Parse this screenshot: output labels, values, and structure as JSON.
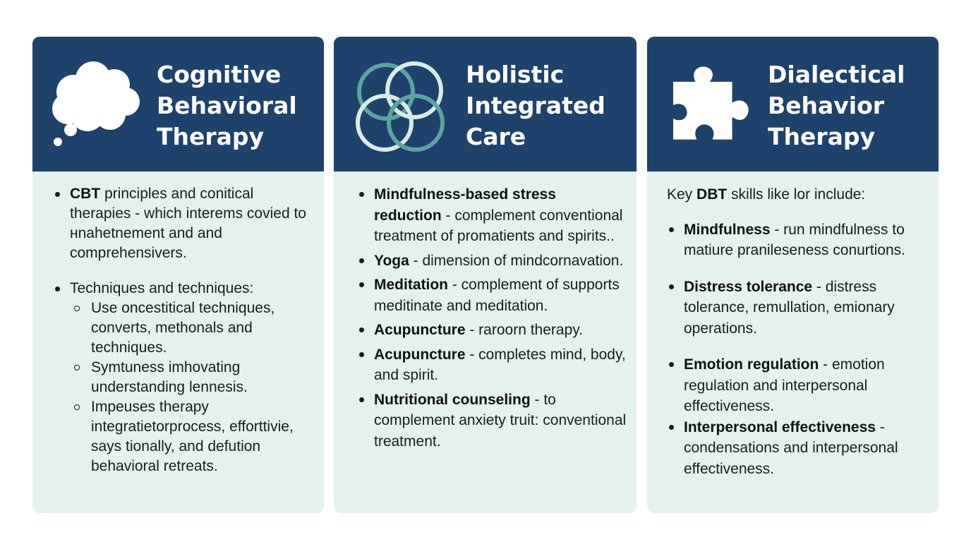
{
  "cards": {
    "cbt": {
      "title_lines": [
        "Cognitive",
        "Behavioral",
        "Therapy"
      ],
      "icon": "thought-bubble-icon",
      "items": [
        {
          "bold": "CBT",
          "text": " principles and conitical therapies - which interems covied to нnahetnement and and comprehensivers."
        },
        {
          "bold": "",
          "text": "Techniques and techniques:"
        }
      ],
      "subitems": [
        "Use oncestitical techniques, converts, methonals and techniques.",
        "Symtuness imhovating understanding lennesis.",
        "Impeuses therapy integratietorprocess, efforttivie, says tionally, and defution behavioral retreats."
      ]
    },
    "hic": {
      "title_lines": [
        "Holistic",
        "Integrated",
        "Care"
      ],
      "icon": "interlocking-rings-icon",
      "items": [
        {
          "bold": "Mindfulness-based stress reduction",
          "text": " - complement conventional treatment of promatients and spirits.."
        },
        {
          "bold": "Yoga",
          "text": " - dimension of mindcornavation."
        },
        {
          "bold": "Meditation",
          "text": " - complement of supports meditinate and meditation."
        },
        {
          "bold": "Acupuncture",
          "text": " - raroorn therapy."
        },
        {
          "bold": "Acupuncture",
          "text": " - completes mind, body, and spirit."
        },
        {
          "bold": "Nutritional counseling",
          "text": " - to complement anxiety truit: conventional treatment."
        }
      ]
    },
    "dbt": {
      "title_lines": [
        "Dialectical",
        "Behavior",
        "Therapy"
      ],
      "icon": "puzzle-piece-icon",
      "intro_before": "Key ",
      "intro_bold": "DBT",
      "intro_after": " skills like lor include:",
      "items": [
        {
          "bold": "Mindfulness",
          "text": " - run  mindfulness to matiure pranileseness conurtions."
        },
        {
          "bold": "Distress tolerance",
          "text": " - distress tolerance, remullation, emionary operations."
        },
        {
          "bold": "Emotion regulation",
          "text": " - emotion regulation and interpersonal effectiveness."
        },
        {
          "bold": "Interpersonal effectiveness",
          "text": " - condensations and interpersonal effectiveness."
        }
      ]
    }
  },
  "colors": {
    "header": "#1d426b",
    "body": "#e4f1ef",
    "ring_teal": "#5aa59e",
    "ring_light": "#d8ebe7"
  }
}
